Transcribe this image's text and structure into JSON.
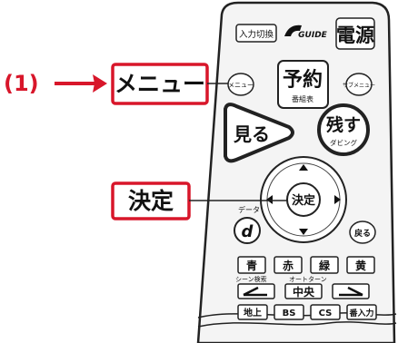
{
  "callouts": {
    "step": "(1)",
    "menu_label": "メニュー",
    "enter_label": "決定"
  },
  "remote": {
    "input_switch": "入力切換",
    "guide": "GUIDE",
    "power": "電源",
    "menu_small": "メニュー",
    "reserve": "予約",
    "program_guide": "番組表",
    "sub_menu": "サブメニュー",
    "watch": "見る",
    "record": "残す",
    "dubbing": "ダビング",
    "data_label": "データ",
    "d": "d",
    "enter": "決定",
    "back": "戻る",
    "colors": [
      {
        "label": "青",
        "color": "#2f6fd1"
      },
      {
        "label": "赤",
        "color": "#d8162a"
      },
      {
        "label": "緑",
        "color": "#2a9a3c"
      },
      {
        "label": "黄",
        "color": "#e7c21b"
      }
    ],
    "scene_search": "シーン検索",
    "auto_turn": "オートターン",
    "center": "中央",
    "tuners": [
      "地上",
      "BS",
      "CS",
      "番入力"
    ]
  },
  "colors": {
    "callout_red": "#d8162a",
    "outline": "#222222",
    "remote_body": "#f4f4f4"
  }
}
